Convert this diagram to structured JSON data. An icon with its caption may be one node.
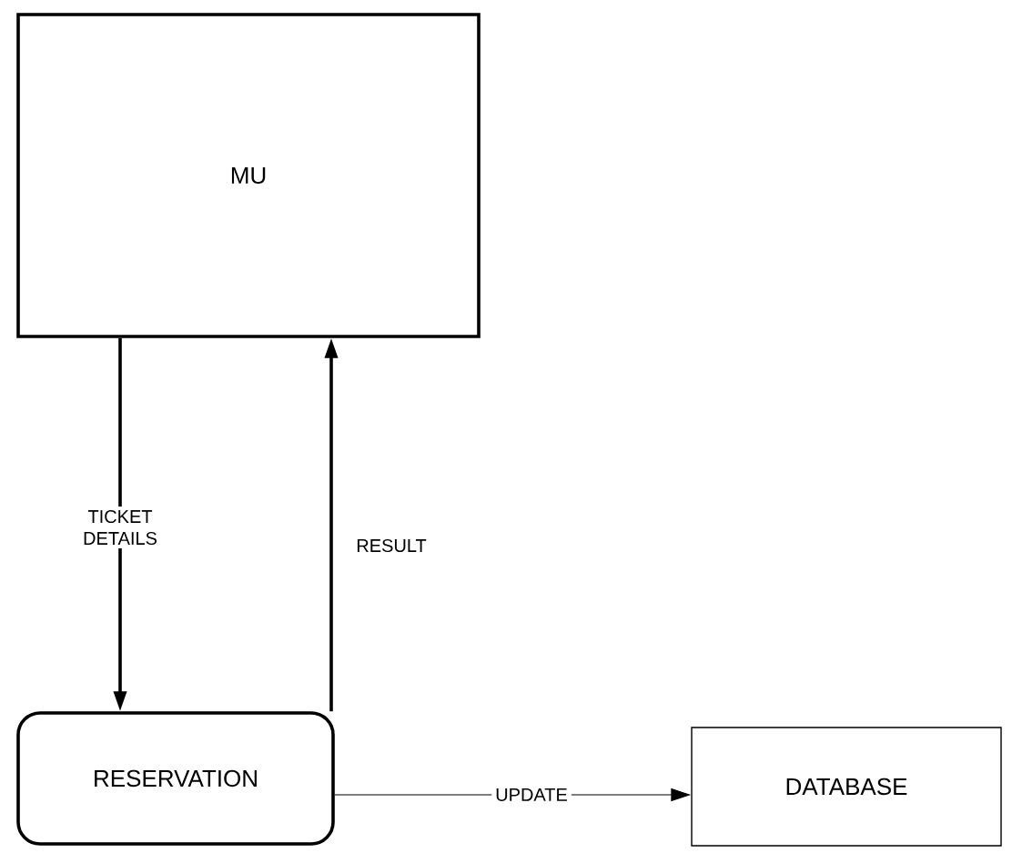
{
  "diagram": {
    "nodes": [
      {
        "text": [
          "MU"
        ]
      },
      {
        "text": [
          "RESERVATION"
        ]
      },
      {
        "text": [
          "DATABASE"
        ]
      }
    ],
    "edges": [
      {
        "from": 0,
        "to": 1,
        "arrow": "to",
        "label": "TICKET DETAILS"
      },
      {
        "from": 1,
        "to": 0,
        "arrow": "to",
        "label": "RESULT"
      },
      {
        "from": 1,
        "to": 2,
        "arrow": "to",
        "label": "UPDATE"
      }
    ]
  }
}
